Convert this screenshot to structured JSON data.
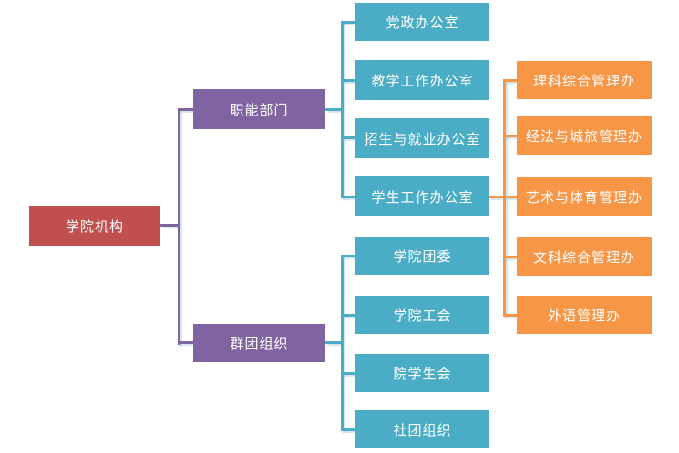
{
  "colors": {
    "root": "#C0504D",
    "branch": "#8064A2",
    "department": "#4BACC6",
    "office": "#F79646",
    "background": "#FFFFFF"
  },
  "diagram": {
    "type": "org-tree",
    "root": {
      "label": "学院机构"
    },
    "branches": [
      {
        "label": "职能部门",
        "children": [
          {
            "label": "党政办公室"
          },
          {
            "label": "教学工作办公室"
          },
          {
            "label": "招生与就业办公室"
          },
          {
            "label": "学生工作办公室",
            "children": [
              {
                "label": "理科综合管理办"
              },
              {
                "label": "经法与城旅管理办"
              },
              {
                "label": "艺术与体育管理办"
              },
              {
                "label": "文科综合管理办"
              },
              {
                "label": "外语管理办"
              }
            ]
          }
        ]
      },
      {
        "label": "群团组织",
        "children": [
          {
            "label": "学院团委"
          },
          {
            "label": "学院工会"
          },
          {
            "label": "院学生会"
          },
          {
            "label": "社团组织"
          }
        ]
      }
    ]
  }
}
